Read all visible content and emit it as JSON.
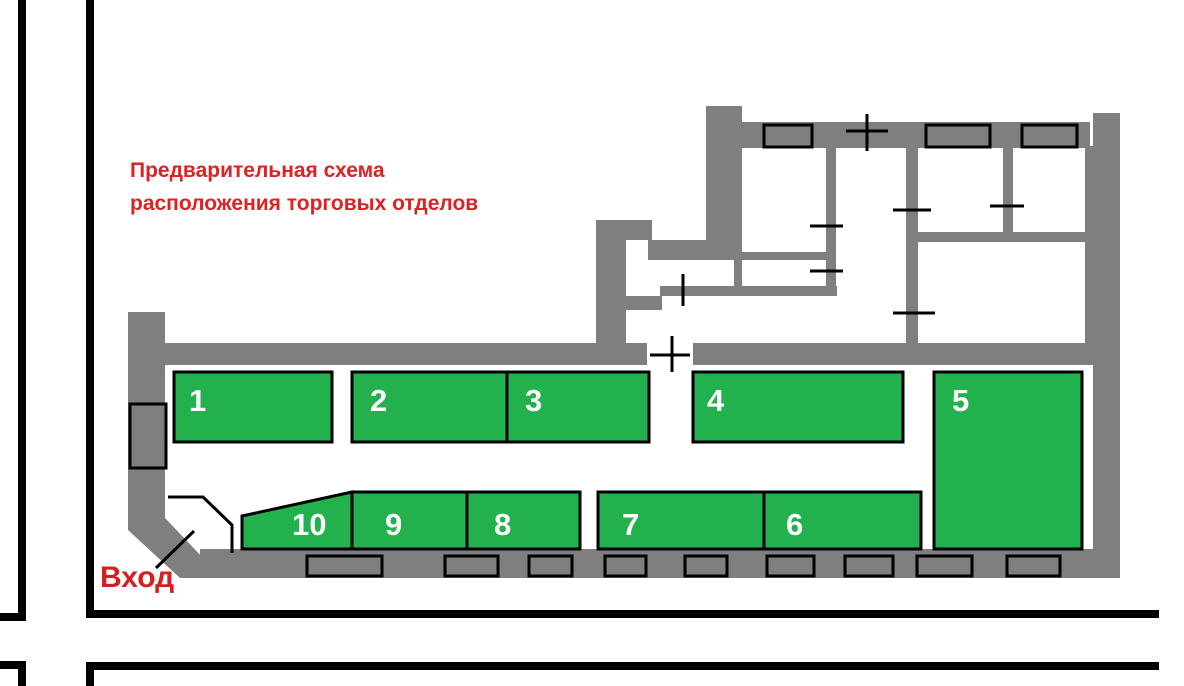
{
  "title": {
    "line1": "Предварительная схема",
    "line2": "расположения торговых отделов"
  },
  "entrance_label": "Вход",
  "departments": [
    "1",
    "2",
    "3",
    "4",
    "5",
    "6",
    "7",
    "8",
    "9",
    "10"
  ],
  "colors": {
    "department_fill": "#22b14c",
    "wall": "#7f7f7f",
    "outline": "#000000",
    "title_text": "#dd2222",
    "label_text": "#ffffff"
  }
}
